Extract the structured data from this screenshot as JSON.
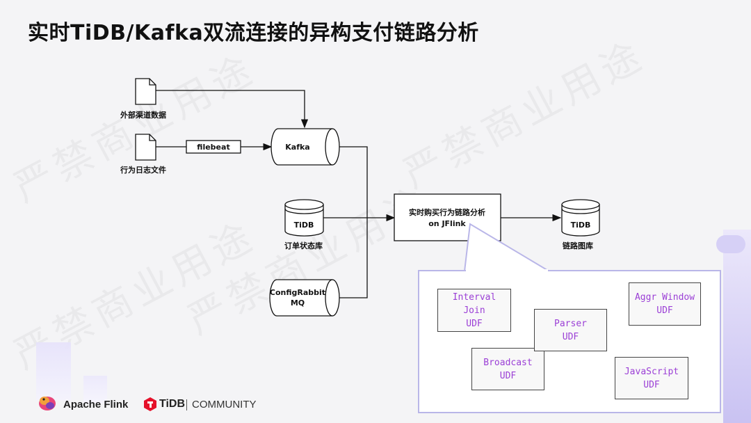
{
  "slide": {
    "title": "实时TiDB/Kafka双流连接的异构支付链路分析",
    "watermark_text": "严禁商业用途"
  },
  "diagram": {
    "nodes": {
      "external_data": "外部渠道数据",
      "behavior_log": "行为日志文件",
      "filebeat": "filebeat",
      "kafka": "Kafka",
      "tidb_orders": "TiDB",
      "tidb_orders_caption": "订单状态库",
      "configrabbit_line1": "ConfigRabbit",
      "configrabbit_line2": "MQ",
      "flink_line1": "实时购买行为链路分析",
      "flink_line2": "on JFlink",
      "tidb_graph": "TiDB",
      "tidb_graph_caption": "链路图库"
    },
    "udfs": {
      "interval_join": [
        "Interval",
        "Join",
        "UDF"
      ],
      "parser": [
        "Parser",
        "UDF"
      ],
      "aggr_window": [
        "Aggr Window",
        "UDF"
      ],
      "broadcast": [
        "Broadcast",
        "UDF"
      ],
      "javascript": [
        "JavaScript",
        "UDF"
      ]
    }
  },
  "footer": {
    "flink_brand": "Apache Flink",
    "tidb_brand": "TiDB",
    "community": "COMMUNITY"
  },
  "colors": {
    "udf_text": "#9b3fd6",
    "popup_border": "#b9b6e8",
    "tidb_red": "#e5102a"
  }
}
